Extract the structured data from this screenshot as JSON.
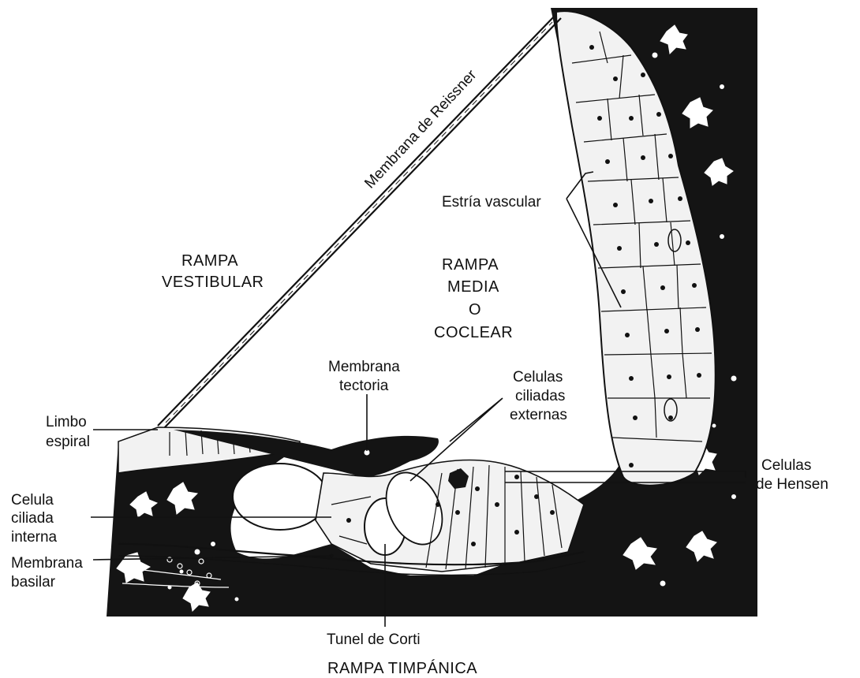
{
  "labels": {
    "rampa_vestibular_1": "RAMPA",
    "rampa_vestibular_2": "VESTIBULAR",
    "rampa_media_1": "RAMPA",
    "rampa_media_2": "MEDIA",
    "rampa_media_3": "O",
    "rampa_media_4": "COCLEAR",
    "rampa_timpanica": "RAMPA TIMPÁNICA",
    "membrana_reissner": "Membrana de Reissner",
    "estria_vascular": "Estría vascular",
    "membrana_tectoria_1": "Membrana",
    "membrana_tectoria_2": "tectoria",
    "celulas_ciliadas_externas_1": "Celulas",
    "celulas_ciliadas_externas_2": "ciliadas",
    "celulas_ciliadas_externas_3": "externas",
    "limbo_espiral_1": "Limbo",
    "limbo_espiral_2": "espiral",
    "celula_ciliada_interna_1": "Celula",
    "celula_ciliada_interna_2": "ciliada",
    "celula_ciliada_interna_3": "interna",
    "membrana_basilar_1": "Membrana",
    "membrana_basilar_2": "basilar",
    "tunel_corti": "Tunel de Corti",
    "celulas_hensen_1": "Celulas",
    "celulas_hensen_2": "de Hensen"
  },
  "colors": {
    "ink": "#111111",
    "tissue_dark": "#141414",
    "cell_fill": "#f2f2f2",
    "background": "#ffffff"
  }
}
